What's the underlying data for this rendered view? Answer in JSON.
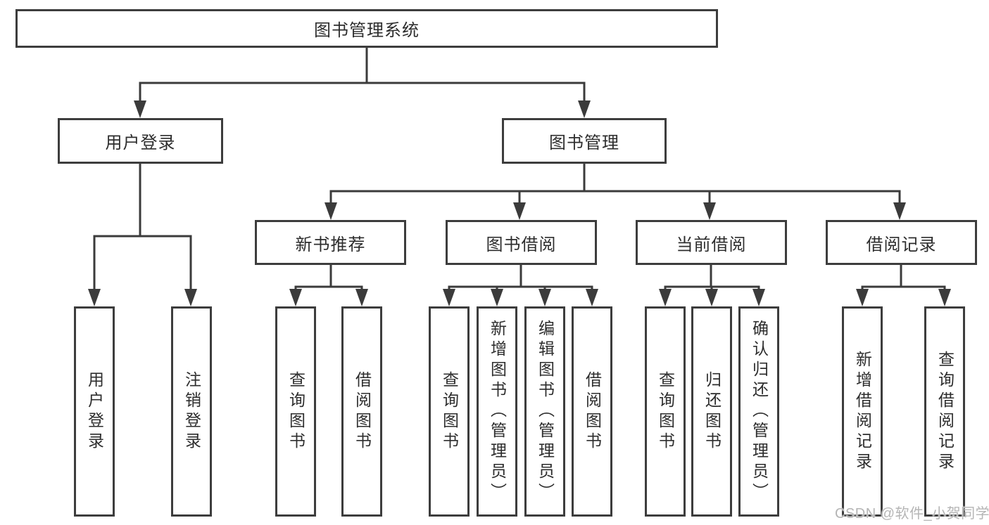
{
  "diagram": {
    "root_label": "图书管理系统",
    "level2": {
      "user_login": "用户登录",
      "book_mgmt": "图书管理"
    },
    "level3": {
      "new_books": "新书推荐",
      "book_borrow": "图书借阅",
      "current_borrow": "当前借阅",
      "borrow_records": "借阅记录"
    },
    "leaves": {
      "user_login": [
        "用户登录",
        "注销登录"
      ],
      "new_books": [
        "查询图书",
        "借阅图书"
      ],
      "book_borrow": [
        "查询图书",
        "新增图书（管理员）",
        "编辑图书（管理员）",
        "借阅图书"
      ],
      "current_borrow": [
        "查询图书",
        "归还图书",
        "确认归还（管理员）"
      ],
      "borrow_records": [
        "新增借阅记录",
        "查询借阅记录"
      ]
    },
    "colors": {
      "line": "#3b3b3b",
      "border": "#3d3d3d",
      "text": "#2d2d2d",
      "watermark": "#b5b5b5",
      "background": "#ffffff"
    }
  },
  "watermark": "CSDN @软件_小贺同学"
}
